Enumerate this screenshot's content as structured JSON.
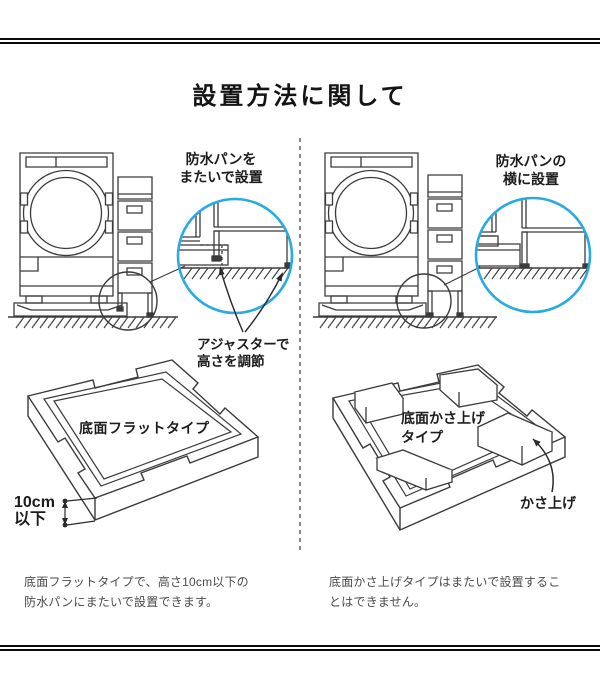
{
  "title": "設置方法に関して",
  "accent_blue": "#29abe2",
  "left_panel": {
    "install_label": "防水パンを\nまたいで設置",
    "adjuster_label": "アジャスターで\n高さを調節",
    "pan_type_label": "底面フラットタイプ",
    "height_note": "10cm\n以下",
    "description": "底面フラットタイプで、高さ10cm以下の防水パンにまたいで設置できます。"
  },
  "right_panel": {
    "install_label": "防水パンの\n横に設置",
    "pan_type_label": "底面かさ上げ\nタイプ",
    "riser_label": "かさ上げ",
    "description": "底面かさ上げタイプはまたいで設置することはできません。"
  }
}
